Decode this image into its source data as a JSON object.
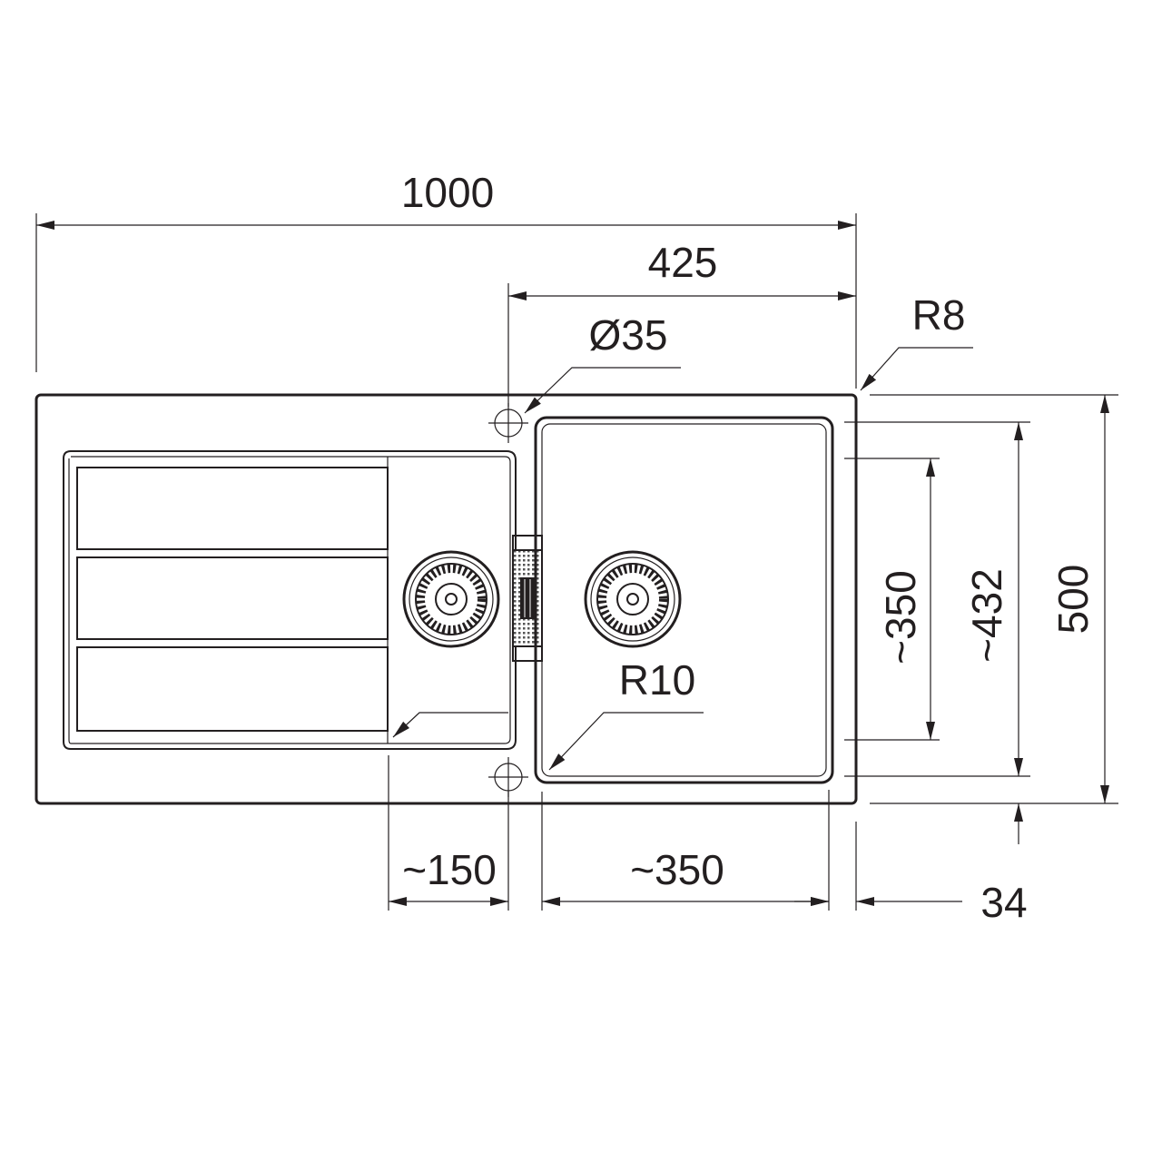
{
  "dimensions": {
    "overall_width": "1000",
    "bowl_offset": "425",
    "tap_hole": "Ø35",
    "corner_radius": "R8",
    "bowl_radius": "R10",
    "bowl_depth_length": "~350",
    "bowl_length": "~432",
    "overall_depth": "500",
    "drainer_gap": "~150",
    "bowl_width": "~350",
    "rim": "34"
  }
}
